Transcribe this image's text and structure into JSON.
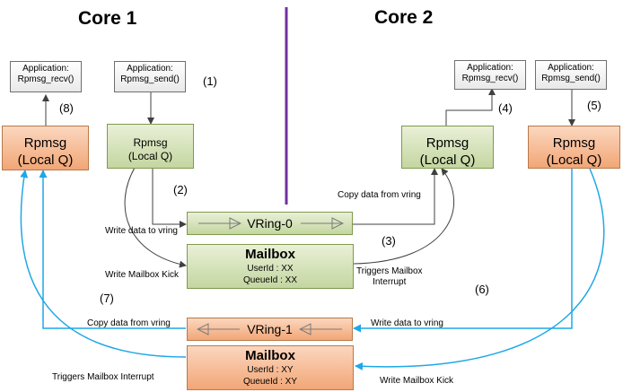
{
  "core1": {
    "title": "Core 1"
  },
  "core2": {
    "title": "Core 2"
  },
  "core1_app_recv": {
    "line1": "Application:",
    "line2": "Rpmsg_recv()"
  },
  "core1_app_send": {
    "line1": "Application:",
    "line2": "Rpmsg_send()"
  },
  "core2_app_recv": {
    "line1": "Application:",
    "line2": "Rpmsg_recv()"
  },
  "core2_app_send": {
    "line1": "Application:",
    "line2": "Rpmsg_send()"
  },
  "core1_rpmsg_rx": {
    "line1": "Rpmsg",
    "line2": "(Local Q)"
  },
  "core1_rpmsg_tx": {
    "line1": "Rpmsg",
    "line2": "(Local Q)"
  },
  "core2_rpmsg_rx": {
    "line1": "Rpmsg",
    "line2": "(Local Q)"
  },
  "core2_rpmsg_tx": {
    "line1": "Rpmsg",
    "line2": "(Local Q)"
  },
  "vring0": {
    "label": "VRing-0"
  },
  "vring1": {
    "label": "VRing-1"
  },
  "mailbox0": {
    "title": "Mailbox",
    "user_id": "UserId : XX",
    "queue_id": "QueueId : XX"
  },
  "mailbox1": {
    "title": "Mailbox",
    "user_id": "UserId : XY",
    "queue_id": "QueueId : XY"
  },
  "steps": {
    "s1": "(1)",
    "s2": "(2)",
    "s3": "(3)",
    "s4": "(4)",
    "s5": "(5)",
    "s6": "(6)",
    "s7": "(7)",
    "s8": "(8)"
  },
  "labels": {
    "write_vring0": "Write data to vring",
    "write_kick0": "Write Mailbox Kick",
    "copy_vring0": "Copy data from vring",
    "triggers0": "Triggers Mailbox\nInterrupt",
    "write_vring1": "Write data to vring",
    "write_kick1": "Write Mailbox Kick",
    "copy_vring1": "Copy data from vring",
    "triggers1": "Triggers Mailbox Interrupt"
  },
  "colors": {
    "divider": "#7030a0",
    "blue_path": "#1ea7e8",
    "dark_path": "#404040",
    "green_fill": "#c4d6a0",
    "orange_fill": "#f2a676"
  }
}
